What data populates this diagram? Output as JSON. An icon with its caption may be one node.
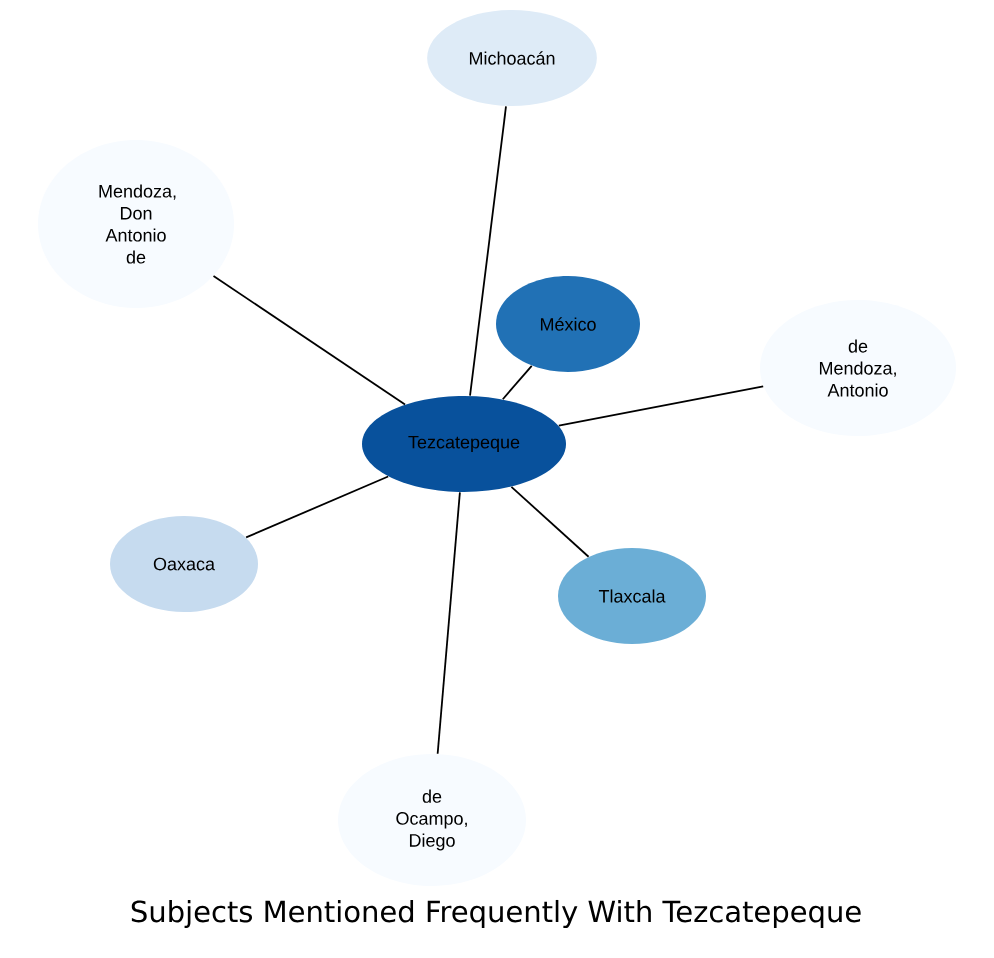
{
  "diagram": {
    "title": "Subjects Mentioned Frequently With Tezcatepeque",
    "nodes": [
      {
        "text": [
          "Tezcatepeque"
        ]
      },
      {
        "text": [
          "Michoacán"
        ]
      },
      {
        "text": [
          "México"
        ]
      },
      {
        "text": [
          "Mendoza, Don Antonio de"
        ]
      },
      {
        "text": [
          "de Mendoza, Antonio"
        ]
      },
      {
        "text": [
          "Oaxaca"
        ]
      },
      {
        "text": [
          "Tlaxcala"
        ]
      },
      {
        "text": [
          "de Ocampo, Diego"
        ]
      }
    ],
    "edges": [
      {
        "from": 0,
        "to": 1,
        "arrow": "none"
      },
      {
        "from": 0,
        "to": 2,
        "arrow": "none"
      },
      {
        "from": 0,
        "to": 3,
        "arrow": "none"
      },
      {
        "from": 0,
        "to": 4,
        "arrow": "none"
      },
      {
        "from": 0,
        "to": 5,
        "arrow": "none"
      },
      {
        "from": 0,
        "to": 6,
        "arrow": "none"
      },
      {
        "from": 0,
        "to": 7,
        "arrow": "none"
      }
    ]
  }
}
